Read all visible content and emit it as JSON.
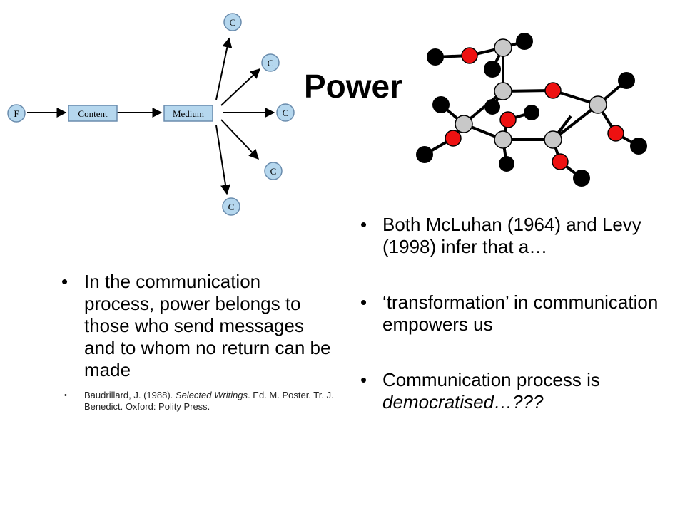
{
  "slide": {
    "title": "Power",
    "diagram": {
      "source_label": "F",
      "content_label": "Content",
      "medium_label": "Medium",
      "receiver_label": "C",
      "colors": {
        "node_fill": "#b5d7ee",
        "node_stroke": "#6a8cad",
        "arrow": "#000000"
      }
    },
    "molecule": {
      "colors": {
        "carbon": "#c8c8c8",
        "oxygen": "#ee1111",
        "hydrogen": "#000000",
        "bond": "#000000"
      }
    },
    "left_bullets": {
      "main": "In the communication process, power belongs to those who send messages and to whom no return can be made",
      "reference": {
        "part1": "Baudrillard, J. (1988). ",
        "italic": "Selected Writings",
        "part2": ". Ed. M. Poster. Tr. J. Benedict. Oxford: Polity Press."
      }
    },
    "right_bullets": {
      "item1": "Both McLuhan (1964) and Levy (1998) infer that a…",
      "item2": "‘transformation’ in communication empowers us",
      "item3_plain": "Communication process is ",
      "item3_italic": "democratised…???"
    }
  }
}
